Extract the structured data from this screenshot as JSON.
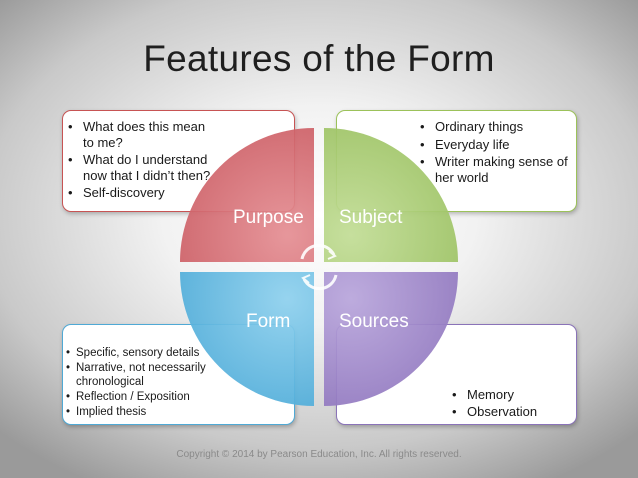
{
  "title": "Features of the Form",
  "colors": {
    "purpose": "#d36d73",
    "subject": "#a9cc74",
    "form": "#5db8e0",
    "sources": "#9b83c4"
  },
  "quadrants": {
    "purpose": {
      "label": "Purpose",
      "bullets": [
        "What does this mean to me?",
        "What do I understand now that I didn’t then?",
        "Self-discovery"
      ]
    },
    "subject": {
      "label": "Subject",
      "bullets": [
        "Ordinary things",
        "Everyday life",
        "Writer making sense of her world"
      ]
    },
    "form": {
      "label": "Form",
      "bullets": [
        "Specific, sensory details",
        "Narrative, not necessarily chronological",
        "Reflection / Exposition",
        "Implied thesis"
      ]
    },
    "sources": {
      "label": "Sources",
      "bullets": [
        "Memory",
        "Observation"
      ]
    }
  },
  "center_icon": "cycle-arrows-icon",
  "copyright": "Copyright © 2014 by Pearson Education, Inc. All rights reserved."
}
